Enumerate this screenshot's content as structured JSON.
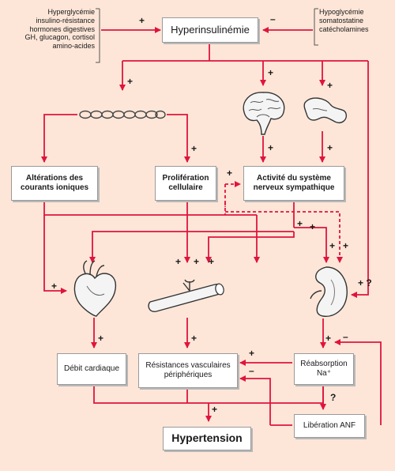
{
  "diagram": {
    "top": {
      "left_factors": "Hyperglycémie\ninsulino-résistance\nhormones digestives\nGH, glucagon, cortisol\namino-acides",
      "center": "Hyperinsulinémie",
      "right_factors": "Hypoglycémie\nsomatostatine\ncatécholamines"
    },
    "nodes": {
      "ionic": "Altérations des\ncourants ioniques",
      "proliferation": "Prolifération\ncellulaire",
      "sympathetic": "Activité du système\nnerveux sympathique",
      "cardiac_output": "Débit cardiaque",
      "vascular_resistance": "Résistances vasculaires\npériphériques",
      "na_reabsorption": "Réabsorption\nNa⁺",
      "anf": "Libération ANF",
      "hypertension": "Hypertension"
    },
    "signs": {
      "plus": "+",
      "minus": "–",
      "question": "?",
      "plus_question": "+ ?"
    }
  },
  "colors": {
    "background": "#fde6d8",
    "arrow": "#e0143c",
    "box_border": "#9a9a9a",
    "organ": "#f4f4f4"
  },
  "icons": [
    "dna-chain-icon",
    "brain-icon",
    "pancreas-icon",
    "heart-icon",
    "blood-vessel-icon",
    "kidney-icon"
  ]
}
